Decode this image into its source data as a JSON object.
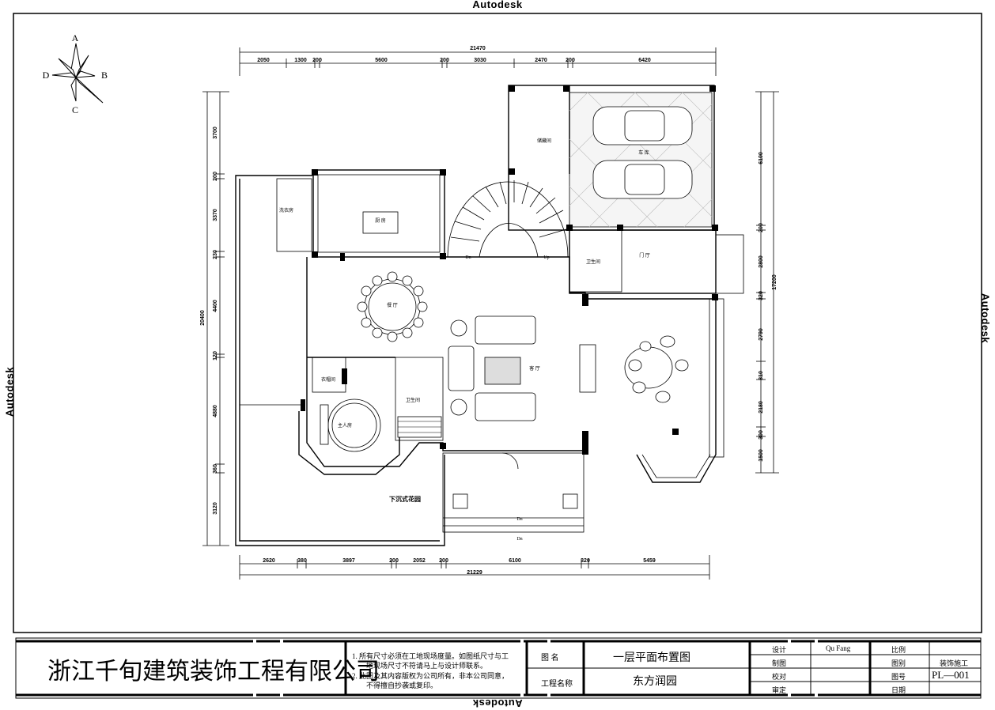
{
  "watermarks": {
    "top": "Autodesk",
    "bottom": "Autodesk",
    "left": "Autodesk",
    "right": "Autodesk"
  },
  "compass": {
    "north": "A",
    "south": "C",
    "east": "B",
    "west": "D"
  },
  "dimensions": {
    "top_total": "21470",
    "top_segments": [
      "2050",
      "1300",
      "200",
      "5600",
      "200",
      "3030",
      "2470",
      "200",
      "6420"
    ],
    "bottom_total": "21229",
    "bottom_segments": [
      "2620",
      "380",
      "3897",
      "200",
      "2052",
      "200",
      "6100",
      "320",
      "5459"
    ],
    "left_total": "20400",
    "left_segments": [
      "3700",
      "200",
      "3370",
      "230",
      "4400",
      "120",
      "4880",
      "360",
      "3120"
    ],
    "right_total": "17200",
    "right_segments": [
      "6100",
      "200",
      "2800",
      "320",
      "2790",
      "810",
      "2180",
      "300",
      "1500"
    ]
  },
  "rooms": {
    "kitchen": "厨 房",
    "laundry": "洗衣房",
    "storage": "储藏间",
    "garage": "车 库",
    "dining": "餐 厅",
    "bathroom_east": "卫生间",
    "foyer": "门 厅",
    "living": "客 厅",
    "cloakroom": "衣帽间",
    "bathroom_master": "卫生间",
    "master_bedroom": "主人房",
    "sunken_garden": "下沉式花园"
  },
  "stair_labels": {
    "dn1": "Dn",
    "up1": "Up",
    "dn2": "Dn",
    "dn3": "Dn"
  },
  "title_block": {
    "company": "浙江千旬建筑装饰工程有限公司",
    "note1": "1.  所有尺寸必须在工地现场度量。如图纸尺寸与工",
    "note1b": "地现场尺寸不符请马上与设计师联系。",
    "note2": "2.  此图及其内容版权为公司所有，非本公司同意，",
    "note2b": "不得擅自抄袭或复印。",
    "drawing_name_label": "图   名",
    "drawing_name": "一层平面布置图",
    "project_name_label": "工程名称",
    "project_name": "东方润园",
    "design_label": "设计",
    "designer": "Qu Fang",
    "drafting_label": "制图",
    "check_label": "校对",
    "approve_label": "审定",
    "scale_label": "比例",
    "category_label": "图别",
    "category": "装饰施工",
    "number_label": "图号",
    "number": "PL—001",
    "date_label": "日期"
  }
}
